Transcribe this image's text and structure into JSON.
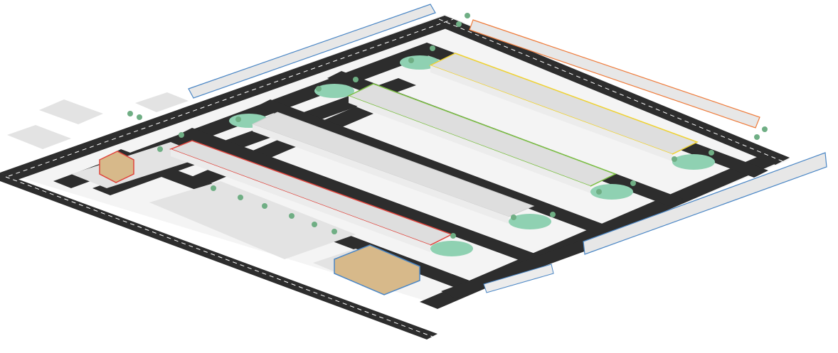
{
  "scene": {
    "type": "isometric-site-plan",
    "colors": {
      "road": "#2d2d2d",
      "road_marking": "#ffffff",
      "ground": "#f2f2f2",
      "lot": "#e3e3e3",
      "roof": "#dedede",
      "wall": "#ececec",
      "window": "#3f6ea7",
      "lawn": "#8fd1b2",
      "tree": "#6fae84",
      "trunk": "#7a7a7a",
      "outline_red": "#e0443c",
      "outline_green": "#7cc043",
      "outline_yellow": "#efd232",
      "outline_orange": "#ef7b3a",
      "outline_blue": "#4a86c5",
      "accent_beige": "#d7b98a"
    },
    "buildings": [
      {
        "id": "warehouse-red",
        "highlight": "red"
      },
      {
        "id": "warehouse-2",
        "highlight": "none"
      },
      {
        "id": "warehouse-green",
        "highlight": "green"
      },
      {
        "id": "warehouse-yellow",
        "highlight": "yellow"
      },
      {
        "id": "strip-blue-north",
        "highlight": "blue"
      },
      {
        "id": "strip-orange-northeast",
        "highlight": "orange"
      },
      {
        "id": "strip-blue-east",
        "highlight": "blue"
      },
      {
        "id": "office-red",
        "highlight": "red"
      },
      {
        "id": "office-blue-south",
        "highlight": "blue"
      }
    ]
  }
}
